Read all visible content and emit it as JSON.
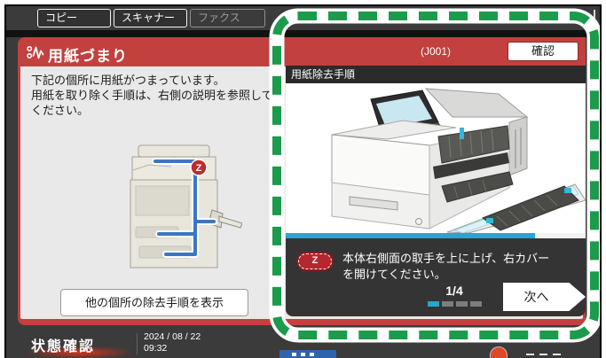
{
  "tabs": [
    {
      "label": "コピー",
      "enabled": true
    },
    {
      "label": "スキャナー",
      "enabled": true
    },
    {
      "label": "ファクス",
      "enabled": false
    }
  ],
  "left_panel": {
    "title": "用紙づまり",
    "description_line1": "下記の個所に用紙がつまっています。",
    "description_line2": "用紙を取り除く手順は、右側の説明を参照して",
    "description_line3": "ください。",
    "jam_marker": "Z",
    "other_locations_button": "他の個所の除去手順を表示"
  },
  "right_panel": {
    "error_code": "(J001)",
    "confirm_button": "確認",
    "section_title": "用紙除去手順",
    "step_marker": "Z",
    "instruction_line1": "本体右側面の取手を上に上げ、右カバー",
    "instruction_line2": "を開けてください。",
    "page_indicator": "1/4",
    "page_current": 1,
    "page_total": 4,
    "next_button": "次へ"
  },
  "status_bar": {
    "status_button": "状態確認",
    "date": "2024 / 08 / 22",
    "time": "09:32"
  },
  "colors": {
    "accent_red": "#c2413e",
    "marker_red": "#b5272d",
    "progress_blue": "#29a5cc",
    "paper_path_blue": "#3b77c0",
    "annotation_green": "#1b9b4b",
    "bar_dark": "#3b3b3b"
  }
}
